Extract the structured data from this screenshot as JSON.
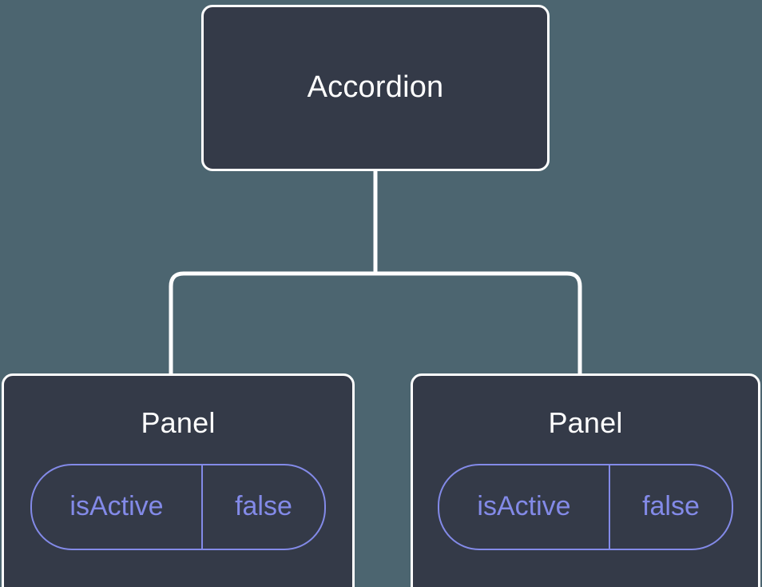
{
  "diagram": {
    "type": "component-tree",
    "background_color": "#4c6570",
    "node_fill_color": "#343a48",
    "node_border_color": "#ffffff",
    "edge_color": "#ffffff",
    "prop_accent_color": "#838ae8",
    "root": {
      "label": "Accordion"
    },
    "children": [
      {
        "label": "Panel",
        "props": [
          {
            "key": "isActive",
            "value": "false"
          }
        ]
      },
      {
        "label": "Panel",
        "props": [
          {
            "key": "isActive",
            "value": "false"
          }
        ]
      }
    ]
  }
}
